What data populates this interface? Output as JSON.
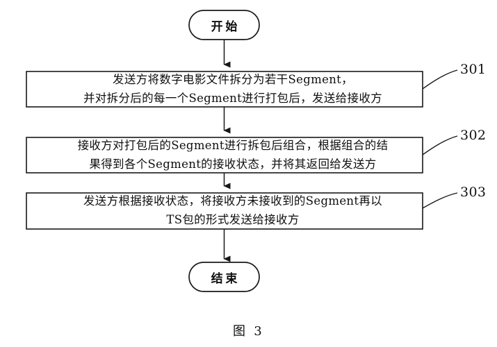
{
  "figure": {
    "caption": "图 3",
    "type": "flowchart"
  },
  "nodes": {
    "start": {
      "id": "start",
      "shape": "terminator",
      "label": "开始"
    },
    "end": {
      "id": "end",
      "shape": "terminator",
      "label": "结束"
    }
  },
  "steps": [
    {
      "ref": "301",
      "shape": "process",
      "lines": [
        "发送方将数字电影文件拆分为若干Segment，",
        "并对拆分后的每一个Segment进行打包后，发送给接收方"
      ]
    },
    {
      "ref": "302",
      "shape": "process",
      "lines": [
        "接收方对打包后的Segment进行拆包后组合，根据组合的结",
        "果得到各个Segment的接收状态，并将其返回给发送方"
      ]
    },
    {
      "ref": "303",
      "shape": "process",
      "lines": [
        "发送方根据接收状态，将接收方未接收到的Segment再以",
        "TS包的形式发送给接收方"
      ]
    }
  ],
  "connectors": [
    {
      "from": "start",
      "to": "301",
      "arrow": "down"
    },
    {
      "from": "301",
      "to": "302",
      "arrow": "down"
    },
    {
      "from": "302",
      "to": "303",
      "arrow": "down"
    },
    {
      "from": "303",
      "to": "end",
      "arrow": "down"
    }
  ],
  "colors": {
    "stroke": "#1a1a1a",
    "text": "#111111",
    "background": "#ffffff"
  }
}
